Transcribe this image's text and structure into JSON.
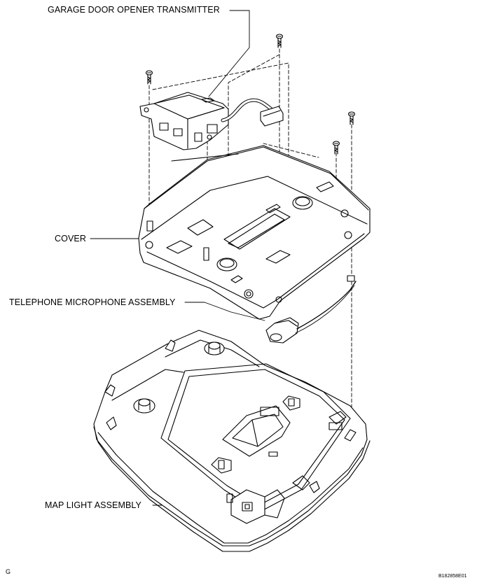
{
  "labels": {
    "transmitter": "GARAGE DOOR OPENER TRANSMITTER",
    "cover": "COVER",
    "microphone": "TELEPHONE MICROPHONE ASSEMBLY",
    "map_light": "MAP LIGHT ASSEMBLY"
  },
  "corner_left": "G",
  "figure_code": "B182858E01"
}
